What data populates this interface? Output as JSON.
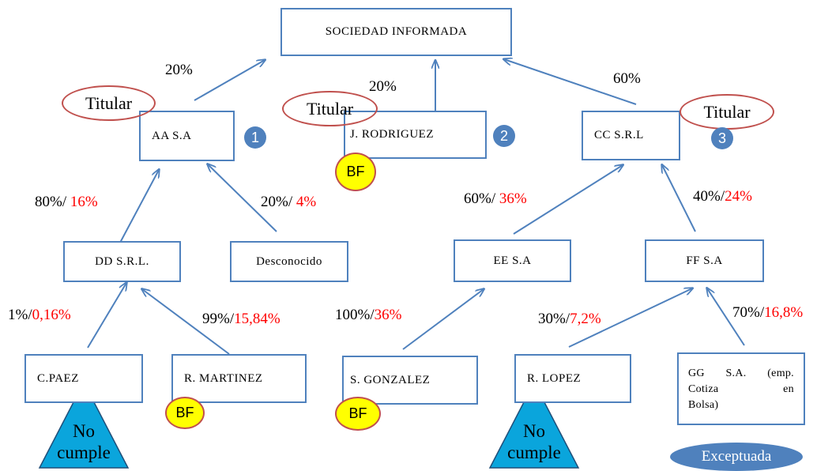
{
  "nodes": {
    "sociedad": "SOCIEDAD INFORMADA",
    "aa": "AA S.A",
    "jr": "J. RODRIGUEZ",
    "cc": "CC S.R.L",
    "dd": "DD S.R.L.",
    "desconocido": "Desconocido",
    "ee": "EE S.A",
    "ff": "FF S.A",
    "cpaez": "C.PAEZ",
    "rmartinez": "R. MARTINEZ",
    "sgonzalez": "S. GONZALEZ",
    "rlopez": "R. LOPEZ",
    "gg_line1": "GG S.A. (emp.",
    "gg_line2a": "Cotiza",
    "gg_line2b": "en",
    "gg_line3": "Bolsa)"
  },
  "percentages": {
    "aa": "20%",
    "jr": "20%",
    "cc": "60%",
    "dd_a": "80%/",
    "dd_b": "16%",
    "desc_a": "20%/",
    "desc_b": "4%",
    "ee_a": "60%/",
    "ee_b": "36%",
    "ff_a": "40%/",
    "ff_b": "24%",
    "cpaez_a": "1%/",
    "cpaez_b": "0,16%",
    "rmartinez_a": "99%/",
    "rmartinez_b": "15,84%",
    "sgonzalez_a": "100%/",
    "sgonzalez_b": "36%",
    "rlopez_a": "30%/",
    "rlopez_b": "7,2%",
    "gg_a": "70%/",
    "gg_b": "16,8%"
  },
  "titular": "Titular",
  "badges": {
    "one": "1",
    "two": "2",
    "three": "3"
  },
  "bf": "BF",
  "no_cumple_1": "No",
  "no_cumple_2": "cumple",
  "exceptuada": "Exceptuada",
  "colors": {
    "box_border": "#4f81bd",
    "red_text": "#ff0000",
    "bf_fill": "#ffff00",
    "ellipse_border": "#c0504d",
    "triangle_fill": "#0aa5dc"
  }
}
